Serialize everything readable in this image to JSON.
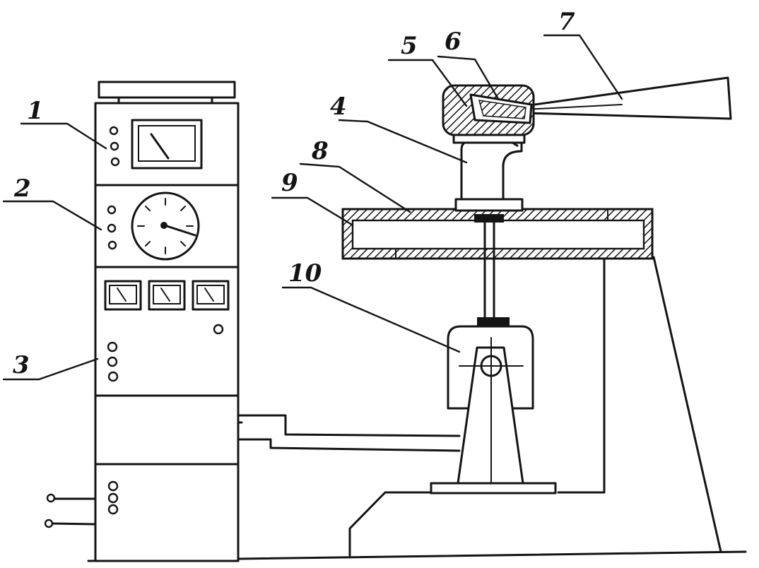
{
  "labels": [
    "1",
    "2",
    "3",
    "4",
    "5",
    "6",
    "7",
    "8",
    "9",
    "10"
  ],
  "colors": {
    "ink": "#141414",
    "paper": "#ffffff"
  }
}
